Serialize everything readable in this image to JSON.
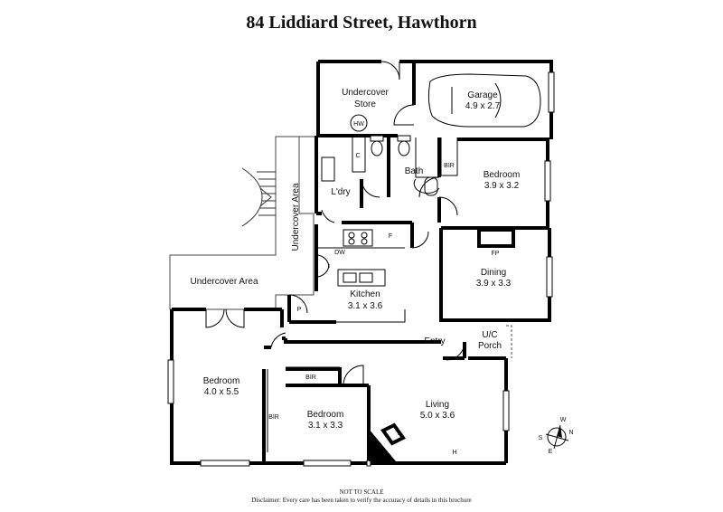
{
  "title": "84 Liddiard Street, Hawthorn",
  "rooms": {
    "undercover_store": [
      "Undercover",
      "Store"
    ],
    "hw": "HW",
    "garage": {
      "name": "Garage",
      "size": "4.9 x 2.7"
    },
    "c": "C",
    "bath": "Bath",
    "bir_top": "BIR",
    "bedroom_top": {
      "name": "Bedroom",
      "size": "3.9 x 3.2"
    },
    "ldry": "L'dry",
    "undercover_area_vertical": "Undercover Area",
    "undercover_area_left": "Undercover Area",
    "dw": "DW",
    "f": "F",
    "fp_top": "FP",
    "dining": {
      "name": "Dining",
      "size": "3.9 x 3.3"
    },
    "kitchen": {
      "name": "Kitchen",
      "size": "3.1 x 3.6"
    },
    "p": "P",
    "entry": "Entry",
    "uc_porch": [
      "U/C",
      "Porch"
    ],
    "bedroom_left": {
      "name": "Bedroom",
      "size": "4.0 x 5.5"
    },
    "bir_mid": "BIR",
    "bir_left": "BIR",
    "bedroom_mid": {
      "name": "Bedroom",
      "size": "3.1 x 3.3"
    },
    "living": {
      "name": "Living",
      "size": "5.0 x 3.6"
    },
    "fp_living": "FP",
    "h": "H"
  },
  "compass": {
    "n": "N",
    "s": "S",
    "e": "E",
    "w": "W"
  },
  "footer": {
    "not_to_scale": "NOT TO SCALE",
    "disclaimer": "Disclaimer: Every care has been taken to verify the accuracy of details in this brochure"
  }
}
